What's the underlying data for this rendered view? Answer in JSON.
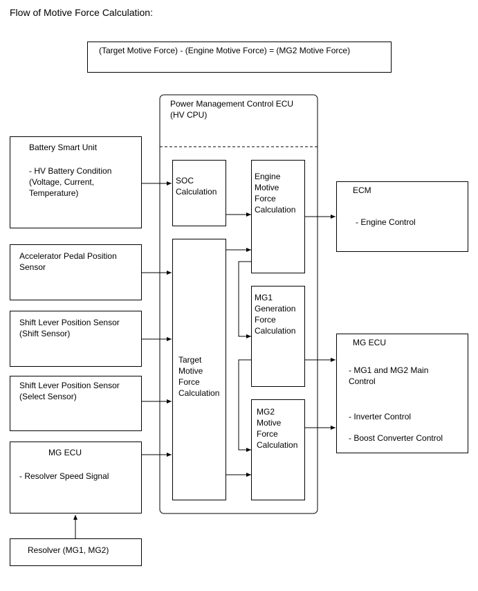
{
  "title": "Flow of Motive Force Calculation:",
  "formula": "(Target Motive Force) - (Engine Motive Force) = (MG2 Motive Force)",
  "ecu": {
    "title_lines": [
      "Power Management Control ECU",
      "(HV CPU)"
    ]
  },
  "inputs": {
    "battery": [
      "Battery Smart Unit",
      "- HV Battery Condition",
      "(Voltage, Current,",
      "Temperature)"
    ],
    "accel": [
      "Accelerator Pedal Position",
      "Sensor"
    ],
    "shift": [
      "Shift Lever Position Sensor",
      "(Shift Sensor)"
    ],
    "select": [
      "Shift Lever Position Sensor",
      "(Select Sensor)"
    ],
    "mg_ecu_in": [
      "MG ECU",
      "- Resolver Speed Signal"
    ],
    "resolver": [
      "Resolver (MG1, MG2)"
    ]
  },
  "calc": {
    "soc": [
      "SOC",
      "Calculation"
    ],
    "target": [
      "Target",
      "Motive",
      "Force",
      "Calculation"
    ],
    "engine": [
      "Engine",
      "Motive",
      "Force",
      "Calculation"
    ],
    "mg1": [
      "MG1",
      "Generation",
      "Force",
      "Calculation"
    ],
    "mg2": [
      "MG2",
      "Motive",
      "Force",
      "Calculation"
    ]
  },
  "outputs": {
    "ecm": [
      "ECM",
      "- Engine Control"
    ],
    "mg_ecu_out": [
      "MG ECU",
      "- MG1 and MG2 Main",
      "Control",
      "- Inverter Control",
      "- Boost Converter Control"
    ]
  }
}
